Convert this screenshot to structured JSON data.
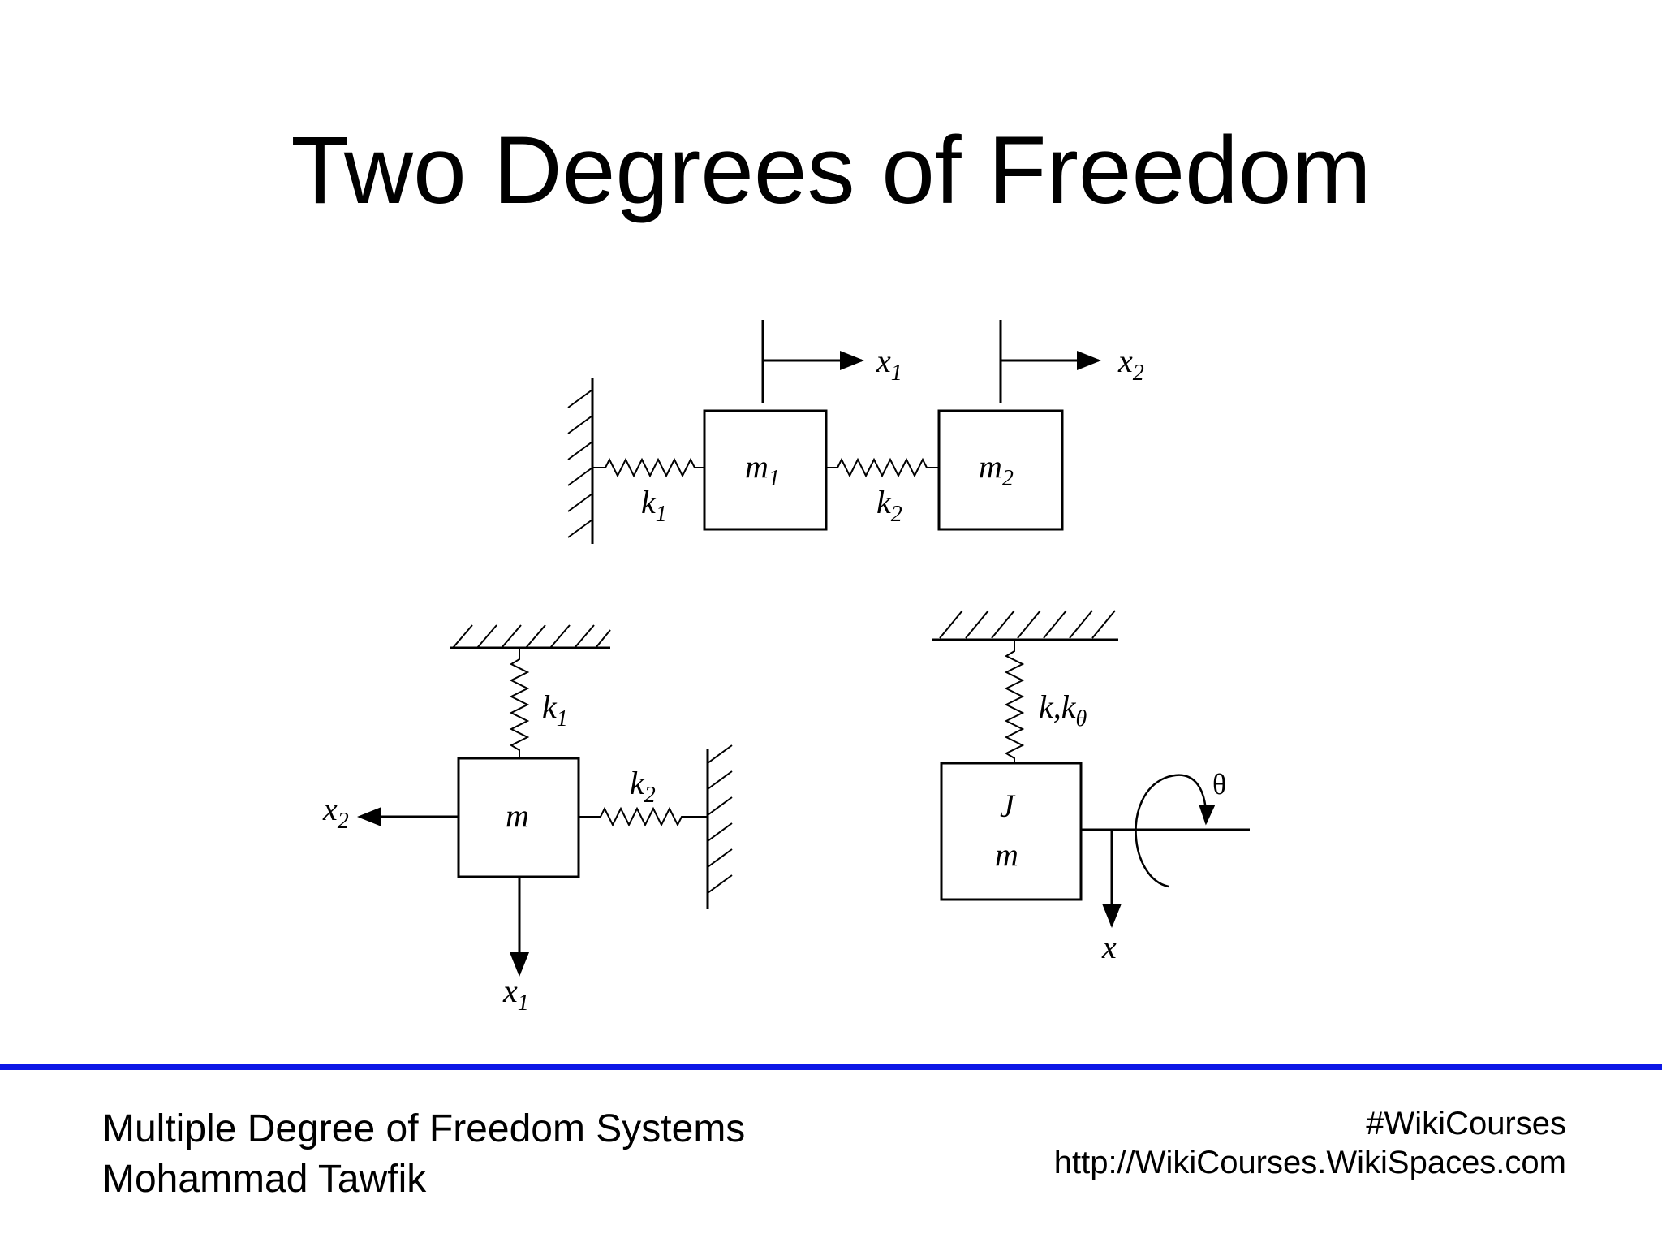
{
  "title": "Two Degrees of Freedom",
  "labels": {
    "top": {
      "x1": "x",
      "x1_sub": "1",
      "x2": "x",
      "x2_sub": "2",
      "m1": "m",
      "m1_sub": "1",
      "m2": "m",
      "m2_sub": "2",
      "k1": "k",
      "k1_sub": "1",
      "k2": "k",
      "k2_sub": "2"
    },
    "left": {
      "k1": "k",
      "k1_sub": "1",
      "k2": "k",
      "k2_sub": "2",
      "m": "m",
      "x1": "x",
      "x1_sub": "1",
      "x2": "x",
      "x2_sub": "2"
    },
    "right": {
      "k": "k,k",
      "k_sub": "θ",
      "J": "J",
      "m": "m",
      "theta": "θ",
      "x": "x"
    }
  },
  "footer": {
    "line1": "Multiple Degree of Freedom Systems",
    "line2": "Mohammad Tawfik",
    "tag": "#WikiCourses",
    "url": "http://WikiCourses.WikiSpaces.com"
  },
  "colors": {
    "divider": "#0d17e6"
  }
}
